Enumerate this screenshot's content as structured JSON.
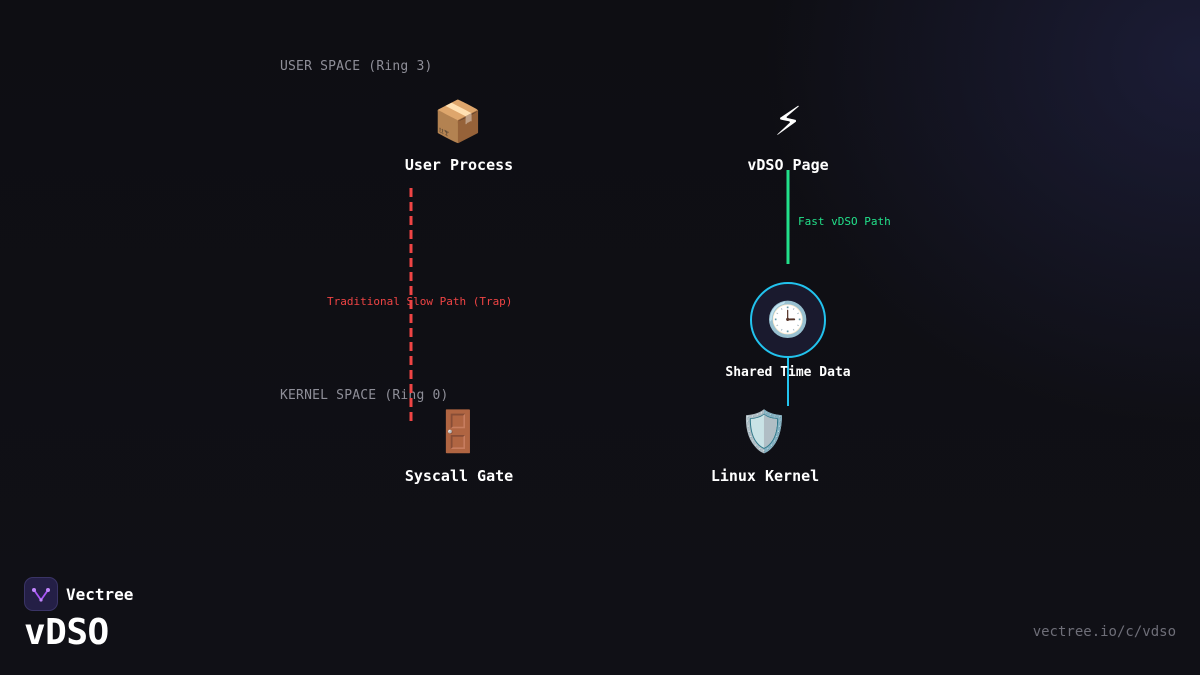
{
  "regions": {
    "user_space": "USER SPACE (Ring 3)",
    "kernel_space": "KERNEL SPACE (Ring 0)"
  },
  "nodes": {
    "user_process": {
      "label": "User Process",
      "icon": "package-icon",
      "glyph": "📦"
    },
    "vdso_page": {
      "label": "vDSO Page",
      "icon": "lightning-icon",
      "glyph": "⚡"
    },
    "shared_time_data": {
      "label": "Shared Time Data",
      "icon": "clock-icon",
      "glyph": "🕒"
    },
    "syscall_gate": {
      "label": "Syscall Gate",
      "icon": "door-icon",
      "glyph": "🚪"
    },
    "linux_kernel": {
      "label": "Linux Kernel",
      "icon": "shield-icon",
      "glyph": "🛡️"
    }
  },
  "edges": {
    "slow_path": {
      "label": "Traditional Slow Path (Trap)",
      "color": "#ef4444",
      "style": "dashed"
    },
    "fast_path": {
      "label": "Fast vDSO Path",
      "color": "#22e08a",
      "style": "solid"
    },
    "kernel_link": {
      "color": "#22c3ee",
      "style": "solid"
    }
  },
  "colors": {
    "background": "#0f0f14",
    "accent_cyan": "#22c3ee",
    "accent_green": "#22e08a",
    "accent_red": "#ef4444",
    "brand_purple": "#a855f7"
  },
  "brand": {
    "name": "Vectree",
    "logo_icon": "vectree-logo-icon"
  },
  "footer": {
    "title": "vDSO",
    "url": "vectree.io/c/vdso"
  }
}
